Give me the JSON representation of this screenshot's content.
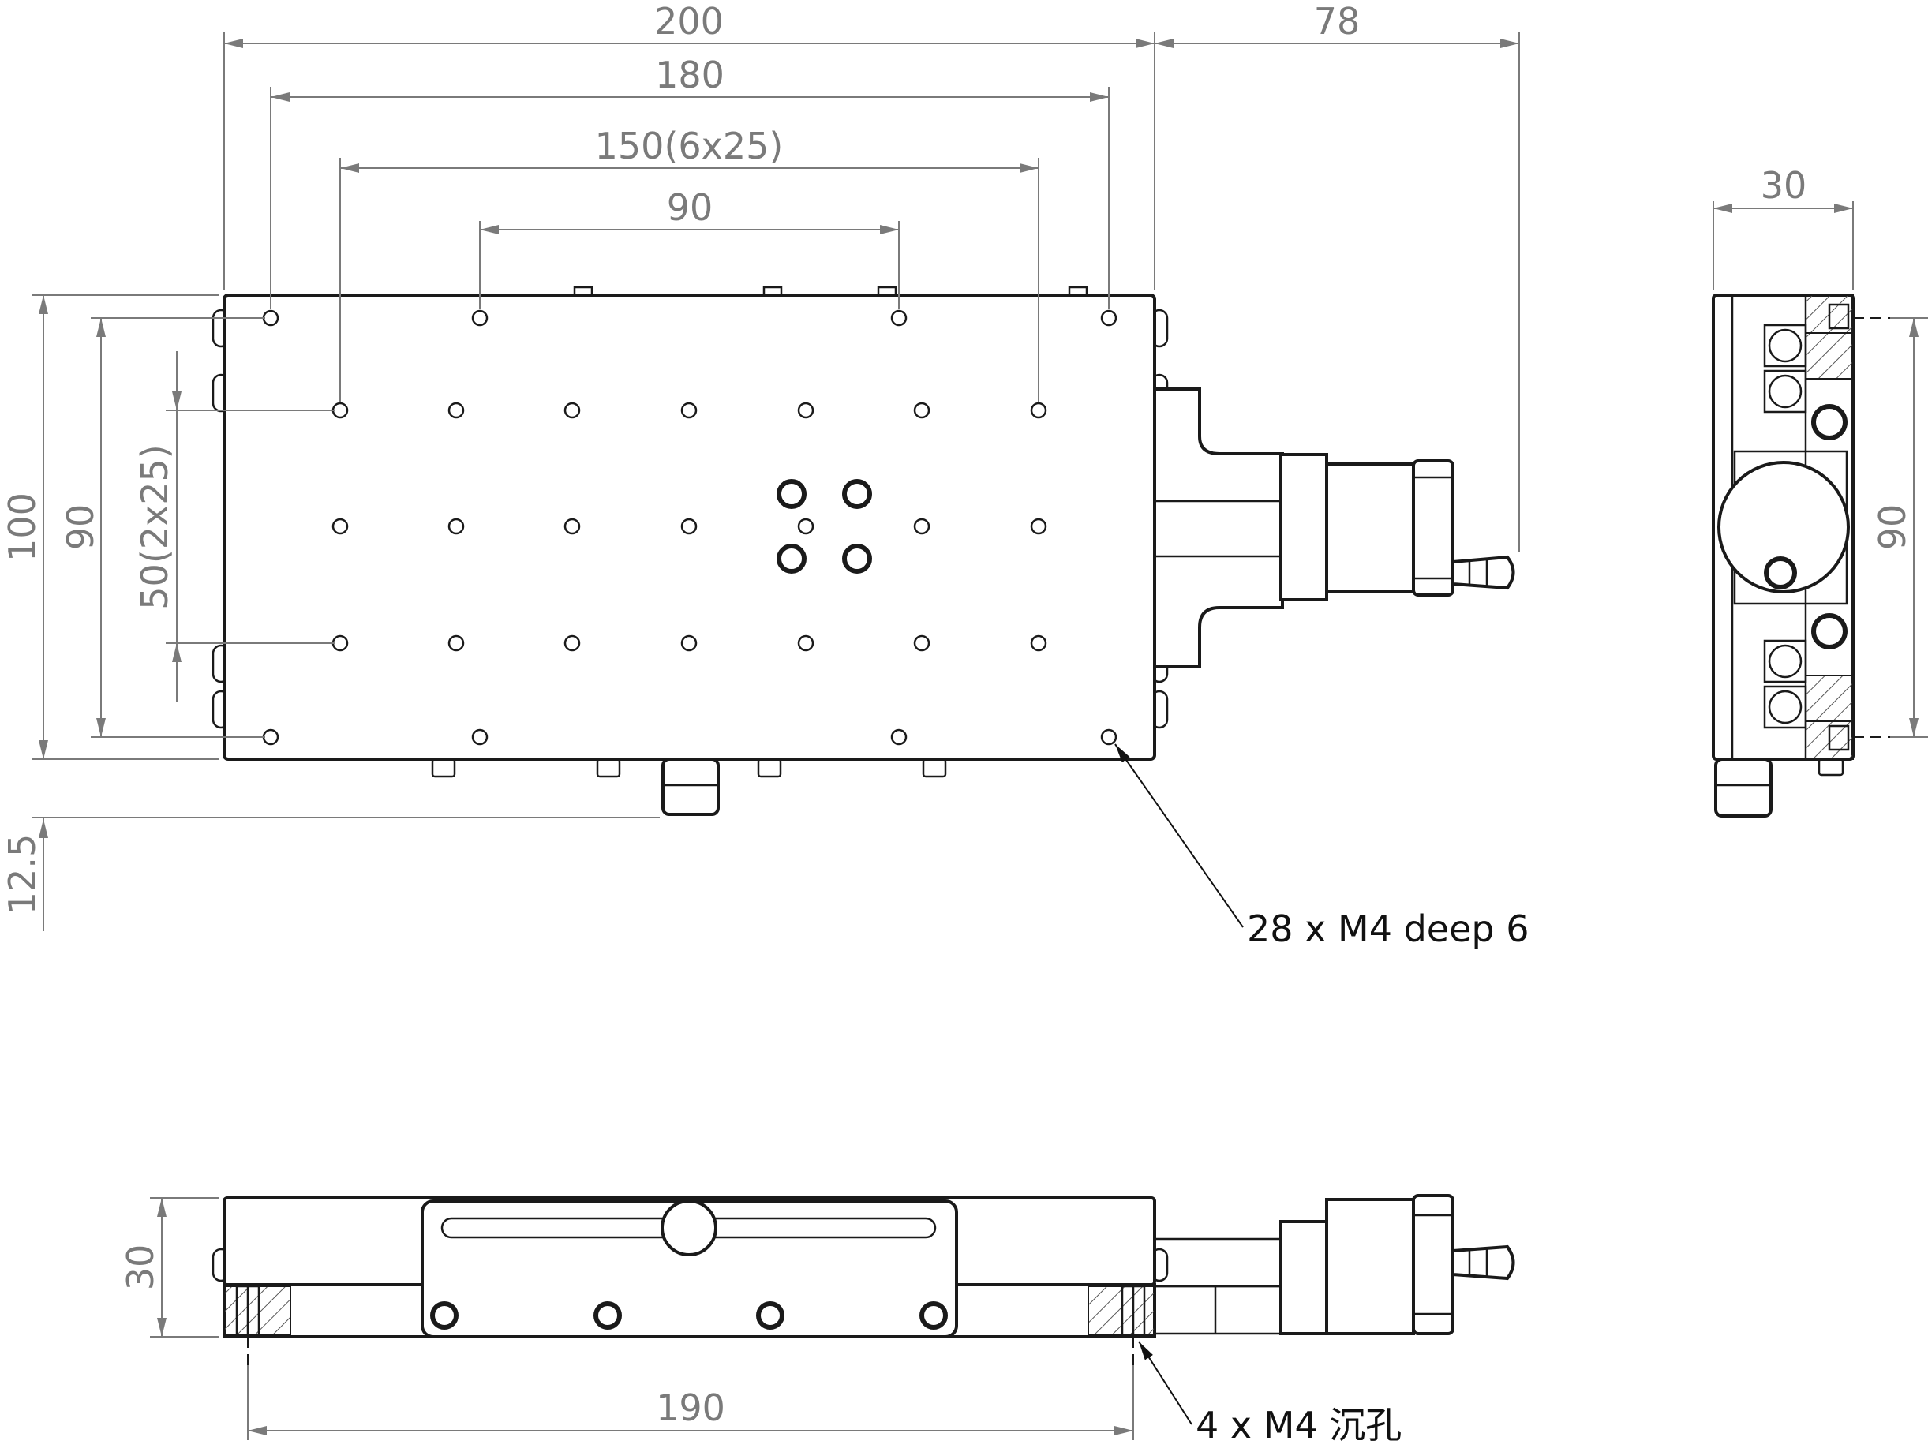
{
  "dimensions": {
    "top_width": "200",
    "motor_extension": "78",
    "hole_span_180": "180",
    "hole_span_150": "150(6x25)",
    "hole_span_90": "90",
    "height_100": "100",
    "height_90": "90",
    "height_50": "50(2x25)",
    "bottom_offset": "12.5",
    "side_width": "30",
    "side_height_90": "90",
    "front_height": "30",
    "mount_span": "190"
  },
  "notes": {
    "top_holes": "28 x M4 deep 6",
    "mount_holes": "4 x M4 沉孔"
  },
  "colors": {
    "outline": "#1a1a1a",
    "dimension": "#7a7a7a"
  }
}
